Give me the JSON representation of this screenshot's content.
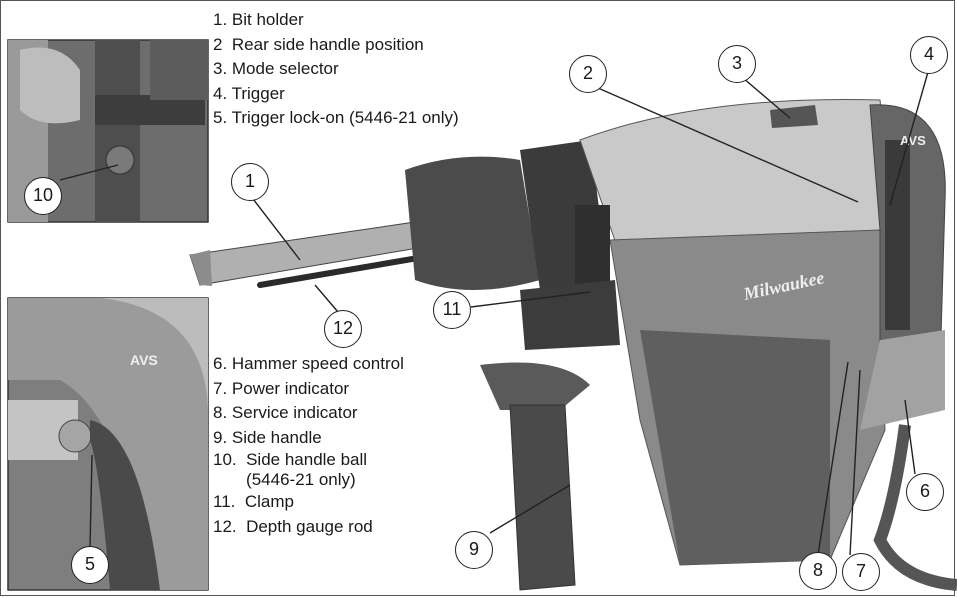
{
  "parts_upper": [
    "1. Bit holder",
    "2  Rear side handle position",
    "3. Mode selector",
    "4. Trigger",
    "5. Trigger lock-on (5446-21 only)"
  ],
  "parts_lower": [
    "6. Hammer speed control",
    "7. Power indicator",
    "8. Service indicator",
    "9. Side handle",
    "10.  Side handle ball",
    "       (5446-21 only)",
    "11.  Clamp",
    "12.  Depth gauge rod"
  ],
  "callouts": [
    "1",
    "2",
    "3",
    "4",
    "5",
    "6",
    "7",
    "8",
    "9",
    "10",
    "11",
    "12"
  ],
  "brand_text": "Milwaukee",
  "avs_text": "AVS",
  "colors": {
    "body_dark": "#5a5a5a",
    "body_mid": "#8a8a8a",
    "body_light": "#c8c8c8",
    "line": "#222222"
  }
}
